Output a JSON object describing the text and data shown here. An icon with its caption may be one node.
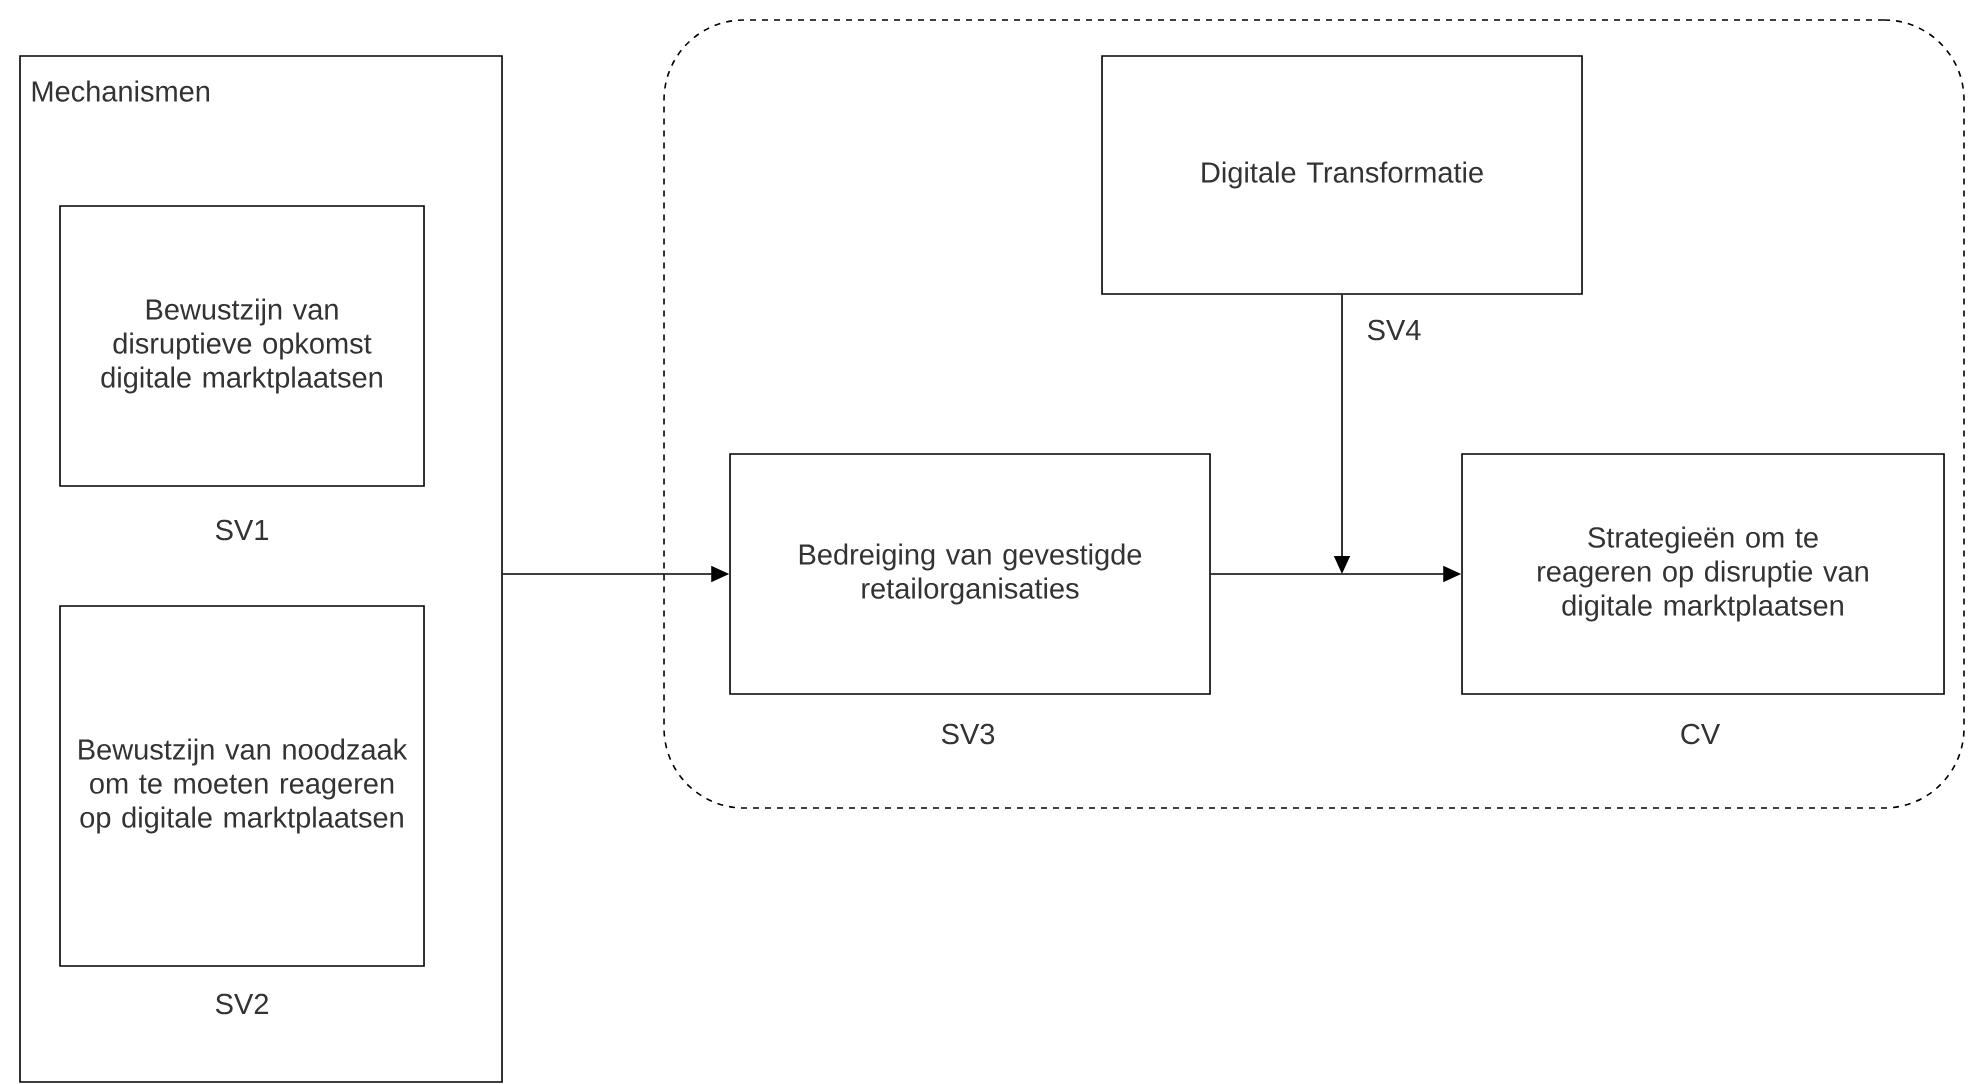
{
  "diagram": {
    "nodes": [
      {
        "text": [
          "Mechanismen"
        ]
      },
      {
        "text": [
          "Bewustzijn van disruptieve opkomst digitale marktplaatsen"
        ],
        "in": 0,
        "beside": [
          "SV1"
        ]
      },
      {
        "text": [
          "Bewustzijn van noodzaak om te moeten reageren op digitale marktplaatsen"
        ],
        "in": 0,
        "beside": [
          "SV2"
        ]
      },
      {
        "text": [],
        "shape": "box"
      },
      {
        "text": [
          "Digitale Transformatie"
        ],
        "in": 3,
        "beside": [
          "SV4"
        ]
      },
      {
        "text": [
          "Bedreiging van gevestigde retailorganisaties"
        ],
        "in": 3,
        "beside": [
          "SV3"
        ]
      },
      {
        "text": [
          "Strategieën om te reageren op disruptie van digitale marktplaatsen"
        ],
        "in": 3,
        "beside": [
          "CV"
        ]
      }
    ],
    "edges": [
      {
        "from": 0,
        "to": 5,
        "arrow": "to"
      },
      {
        "from": 5,
        "to": 6,
        "arrow": "to"
      },
      {
        "from": 4,
        "to": null,
        "arrow": "to"
      }
    ]
  }
}
